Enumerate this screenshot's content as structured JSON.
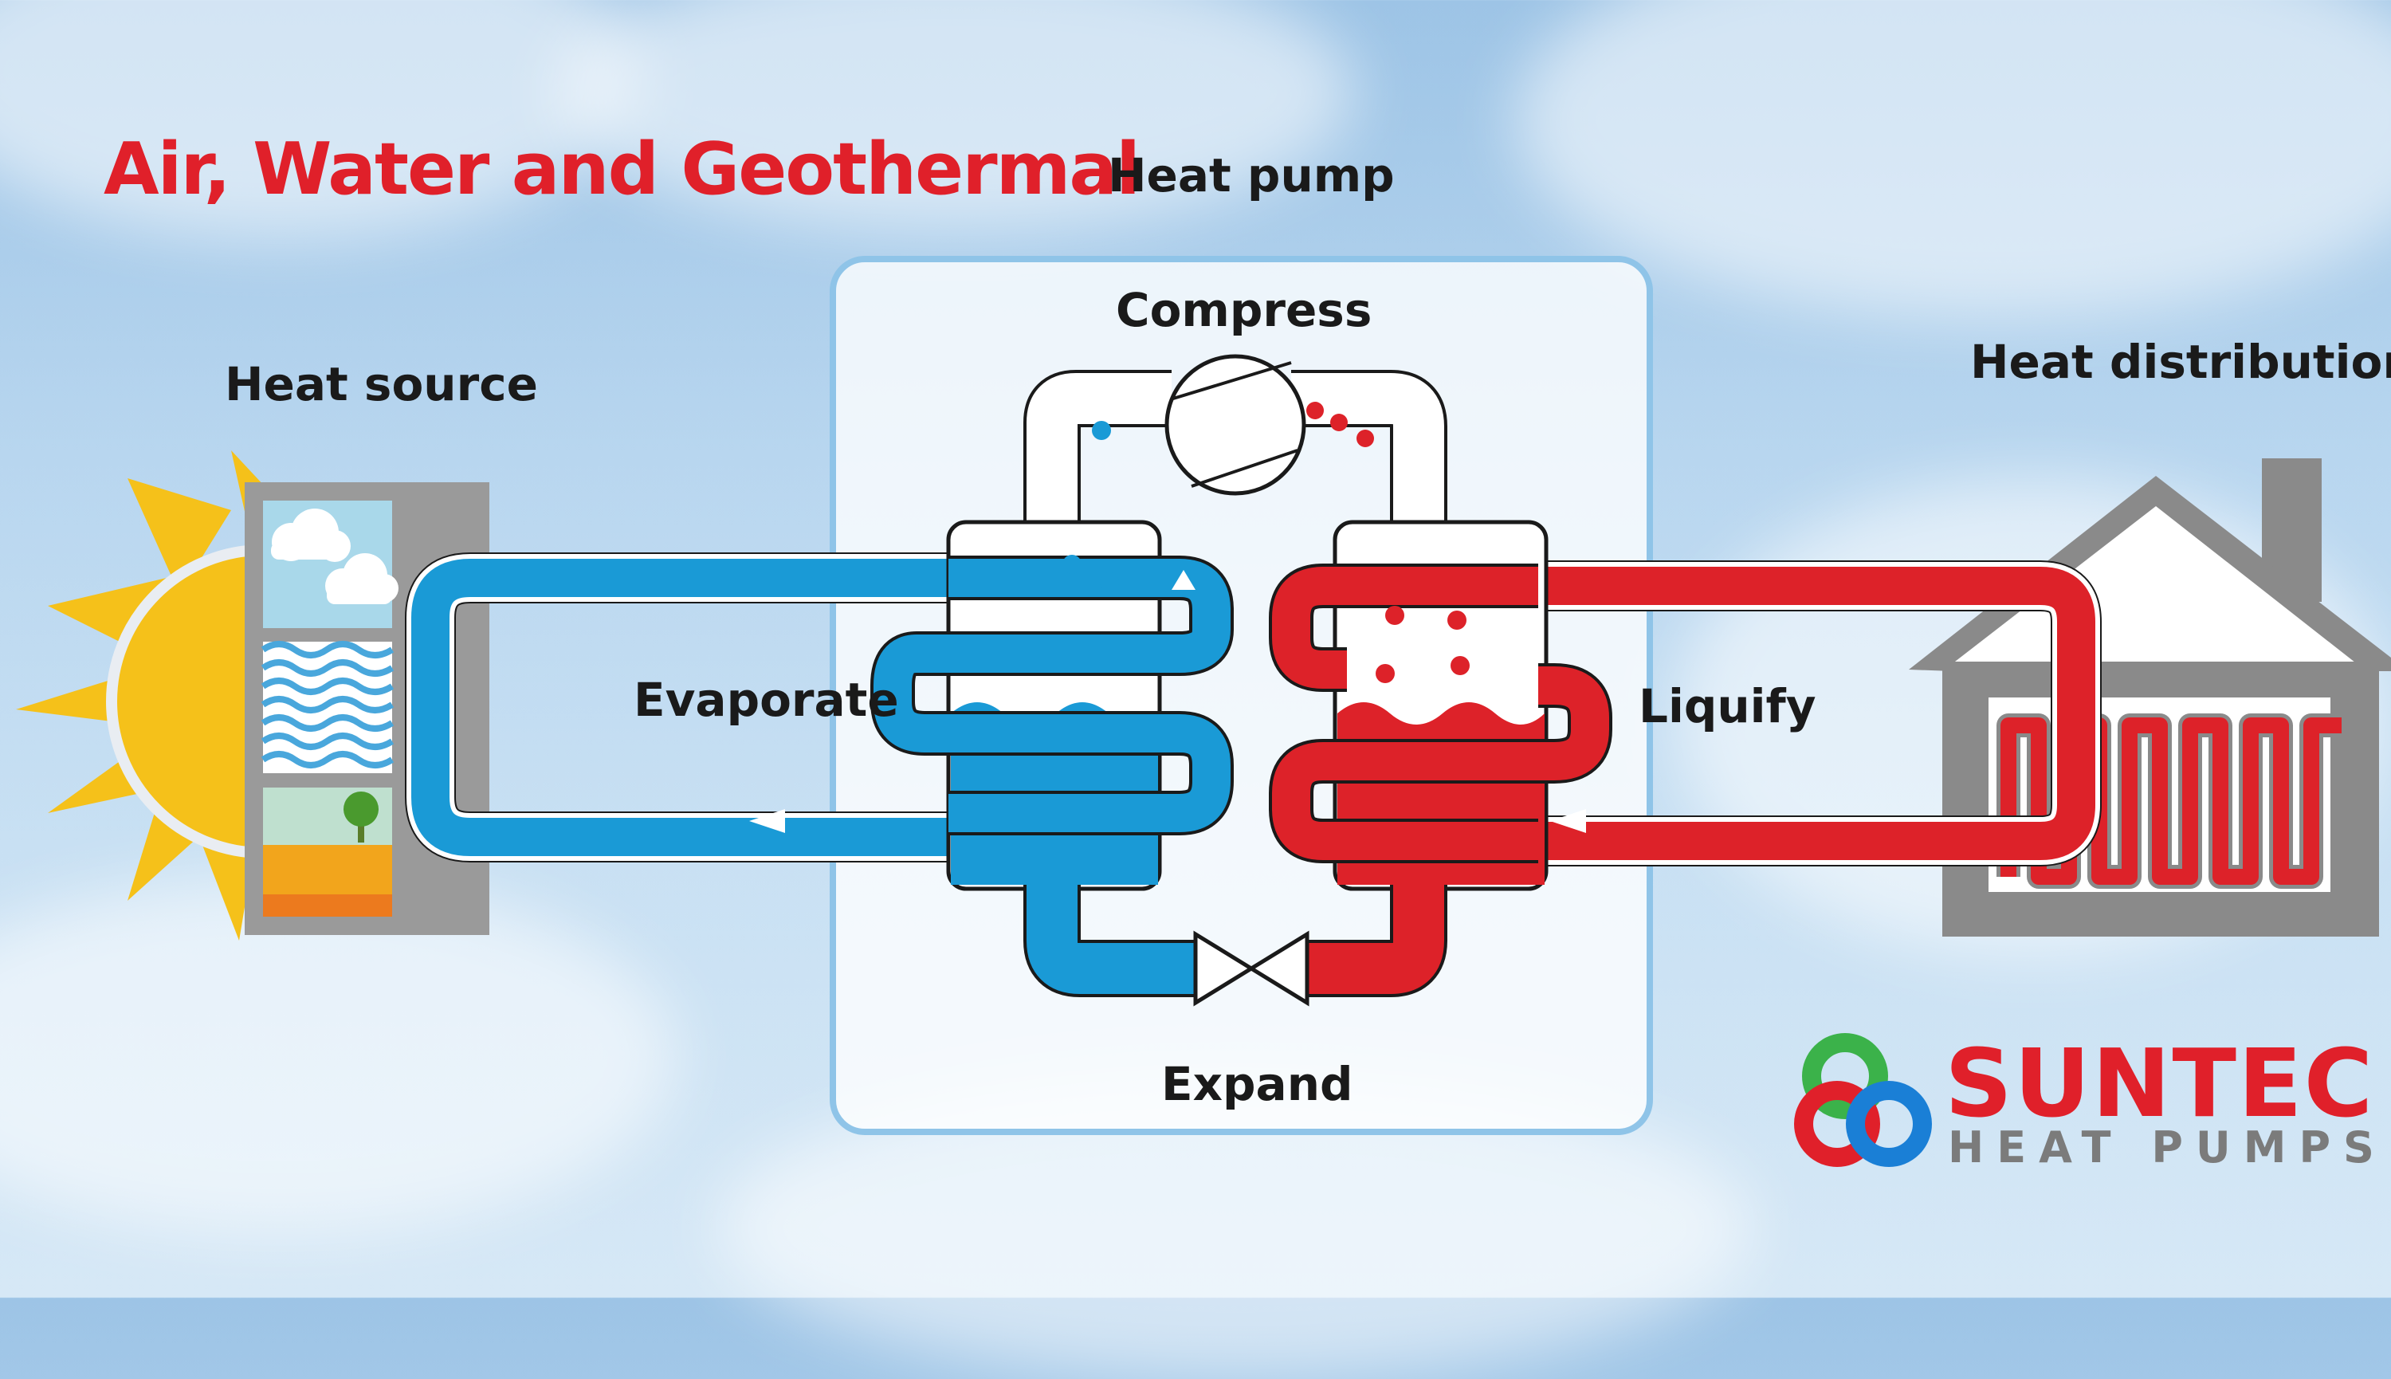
{
  "title": "Air, Water and Geothermal",
  "labels": {
    "heat_pump": "Heat pump",
    "compress": "Compress",
    "heat_source": "Heat source",
    "heat_distribution": "Heat distribution",
    "evaporate": "Evaporate",
    "liquify": "Liquify",
    "expand": "Expand"
  },
  "brand": {
    "name": "SUNTEC",
    "tagline": "HEAT PUMPS"
  },
  "colors": {
    "cold_loop": "#1a9ad6",
    "hot_loop": "#dd2229",
    "title": "#e0202a",
    "sun": "#f5c11a",
    "house": "#8a8a8a"
  },
  "icons": [
    "sun-icon",
    "cloud-icon",
    "water-waves-icon",
    "tree-icon",
    "house-icon",
    "compressor-icon",
    "expansion-valve-icon",
    "brand-logo-icon"
  ]
}
